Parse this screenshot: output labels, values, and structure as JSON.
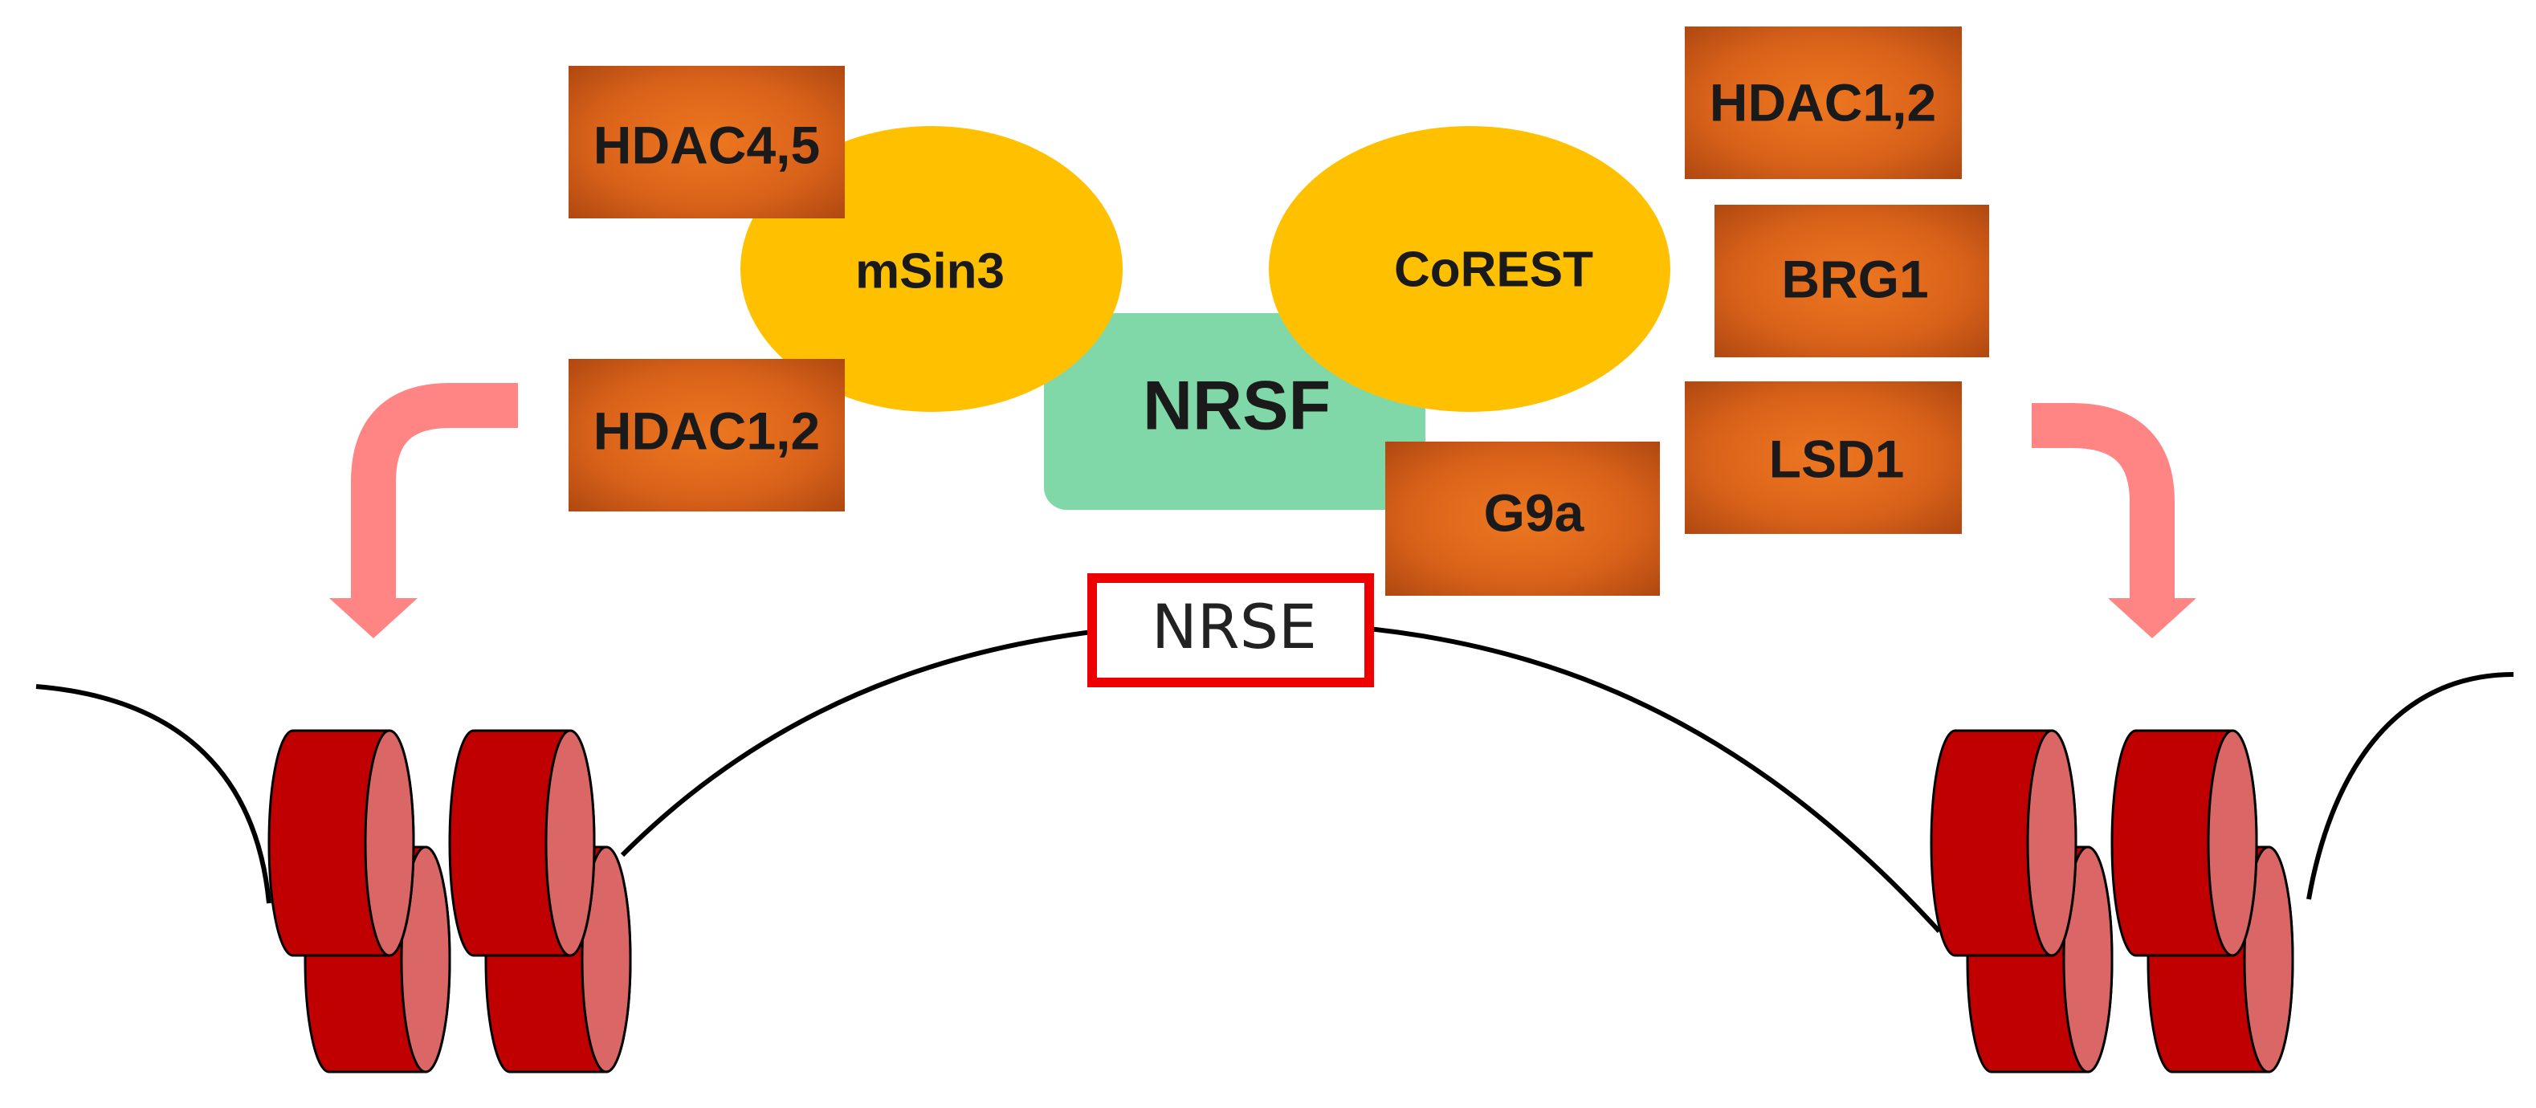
{
  "diagram": {
    "central_protein": "NRSF",
    "binding_element": "NRSE",
    "corepressors": {
      "left": "mSin3",
      "right": "CoREST"
    },
    "enzymes": {
      "msin3_top": "HDAC4,5",
      "msin3_bottom": "HDAC1,2",
      "corest_top": "HDAC1,2",
      "corest_middle": "BRG1",
      "corest_bottom": "LSD1",
      "nrsf_bottom": "G9a"
    }
  },
  "colors": {
    "corepressor": "#FFC000",
    "nrsf": "#80D8A8",
    "enzyme_center": "#EE7720",
    "enzyme_edge": "#B04A12",
    "nrse_border": "#EE0000",
    "arrow": "#FF8585",
    "nucleosome_body": "#C00000",
    "nucleosome_face": "#DB6666",
    "dna": "#000000"
  }
}
